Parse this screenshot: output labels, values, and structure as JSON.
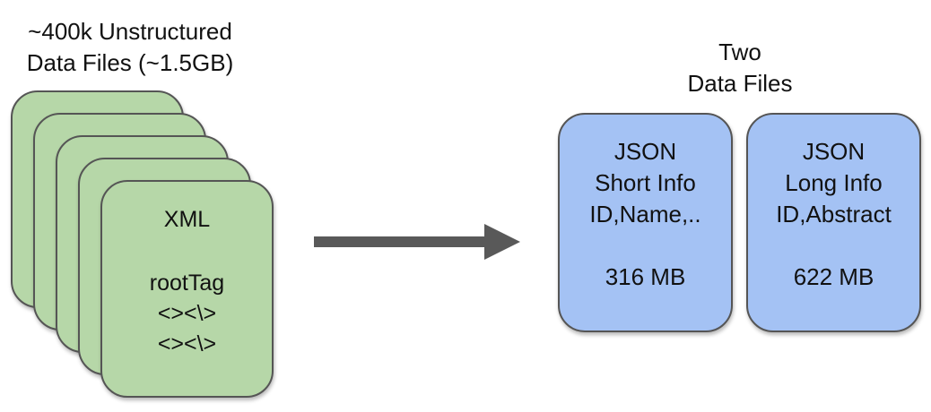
{
  "source": {
    "title_lines": [
      "~400k Unstructured",
      "Data Files (~1.5GB)"
    ],
    "card": {
      "title": "XML",
      "body_lines": [
        "rootTag",
        "<><\\>",
        "<><\\>"
      ]
    }
  },
  "output": {
    "title_lines": [
      "Two",
      "Data Files"
    ],
    "files": [
      {
        "lines": [
          "JSON",
          "Short Info",
          "ID,Name,.."
        ],
        "size": "316 MB"
      },
      {
        "lines": [
          "JSON",
          "Long Info",
          "ID,Abstract"
        ],
        "size": "622 MB"
      }
    ]
  },
  "colors": {
    "xml_fill": "#b6d7a8",
    "json_fill": "#a4c2f4",
    "border": "#555555",
    "arrow": "#595959"
  }
}
